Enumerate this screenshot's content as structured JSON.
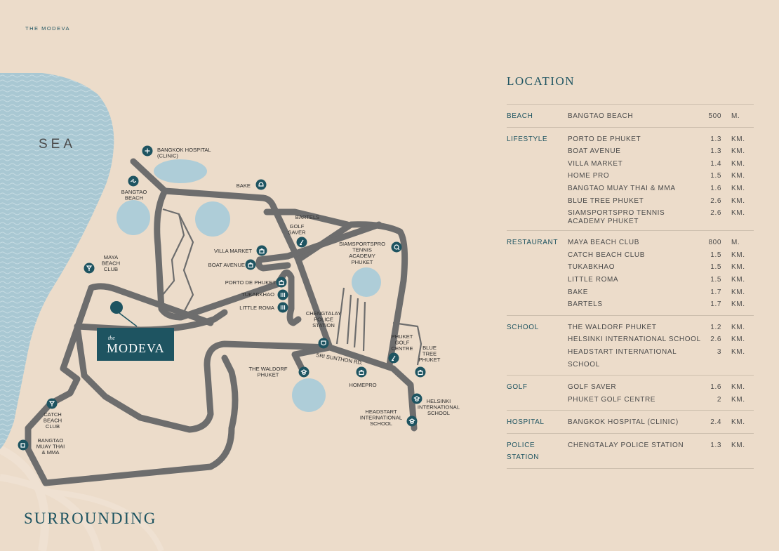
{
  "brand": "THE MODEVA",
  "map": {
    "sea": "SEA",
    "logo_script": "the",
    "logo_name": "MODEVA",
    "road_name": "SRI SUNTHON RD.",
    "places": [
      {
        "id": "bangkok-hospital",
        "lines": [
          "BANGKOK HOSPITAL",
          "(CLINIC)"
        ]
      },
      {
        "id": "bangtao-beach",
        "lines": [
          "BANGTAO",
          "BEACH"
        ]
      },
      {
        "id": "bake",
        "lines": [
          "BAKE"
        ]
      },
      {
        "id": "bartels",
        "lines": [
          "BARTELS"
        ]
      },
      {
        "id": "golf-saver",
        "lines": [
          "GOLF",
          "SAVER"
        ]
      },
      {
        "id": "siamsportspro",
        "lines": [
          "SIAMSPORTSPRO",
          "TENNIS",
          "ACADEMY",
          "PHUKET"
        ]
      },
      {
        "id": "maya-beach-club",
        "lines": [
          "MAYA",
          "BEACH",
          "CLUB"
        ]
      },
      {
        "id": "villa-market",
        "lines": [
          "VILLA MARKET"
        ]
      },
      {
        "id": "boat-avenue",
        "lines": [
          "BOAT AVENUE"
        ]
      },
      {
        "id": "porto-de-phuket",
        "lines": [
          "PORTO DE PHUKET"
        ]
      },
      {
        "id": "tukabkhao",
        "lines": [
          "TUKABKHAO"
        ]
      },
      {
        "id": "little-roma",
        "lines": [
          "LITTLE ROMA"
        ]
      },
      {
        "id": "chengtalay-police",
        "lines": [
          "CHENGTALAY",
          "POLICE",
          "STATION"
        ]
      },
      {
        "id": "phuket-golf-centre",
        "lines": [
          "PHUKET",
          "GOLF",
          "CENTRE"
        ]
      },
      {
        "id": "blue-tree",
        "lines": [
          "BLUE",
          "TREE",
          "PHUKET"
        ]
      },
      {
        "id": "waldorf",
        "lines": [
          "THE WALDORF",
          "PHUKET"
        ]
      },
      {
        "id": "homepro",
        "lines": [
          "HOMEPRO"
        ]
      },
      {
        "id": "helsinki",
        "lines": [
          "HELSINKI",
          "INTERNATIONAL",
          "SCHOOL"
        ]
      },
      {
        "id": "headstart",
        "lines": [
          "HEADSTART",
          "INTERNATIONAL",
          "SCHOOL"
        ]
      },
      {
        "id": "catch-beach-club",
        "lines": [
          "CATCH",
          "BEACH",
          "CLUB"
        ]
      },
      {
        "id": "bangtao-muay-thai",
        "lines": [
          "BANGTAO",
          "MUAY THAI",
          "& MMA"
        ]
      }
    ]
  },
  "surrounding_title": "SURROUNDING",
  "location": {
    "title": "LOCATION",
    "sections": [
      {
        "category": "BEACH",
        "items": [
          {
            "name": "BANGTAO BEACH",
            "distance": "500",
            "unit": "M."
          }
        ]
      },
      {
        "category": "LIFESTYLE",
        "items": [
          {
            "name": "PORTO DE PHUKET",
            "distance": "1.3",
            "unit": "KM."
          },
          {
            "name": "BOAT AVENUE",
            "distance": "1.3",
            "unit": "KM."
          },
          {
            "name": "VILLA MARKET",
            "distance": "1.4",
            "unit": "KM."
          },
          {
            "name": "HOME PRO",
            "distance": "1.5",
            "unit": "KM."
          },
          {
            "name": "BANGTAO MUAY THAI & MMA",
            "distance": "1.6",
            "unit": "KM."
          },
          {
            "name": "BLUE TREE  PHUKET",
            "distance": "2.6",
            "unit": "KM."
          },
          {
            "name": "SIAMSPORTSPRO TENNIS ACADEMY PHUKET",
            "name_lines": [
              "SIAMSPORTSPRO TENNIS",
              "ACADEMY PHUKET"
            ],
            "distance": "2.6",
            "unit": "KM."
          }
        ]
      },
      {
        "category": "RESTAURANT",
        "items": [
          {
            "name": "MAYA BEACH CLUB",
            "distance": "800",
            "unit": "M."
          },
          {
            "name": "CATCH BEACH CLUB",
            "distance": "1.5",
            "unit": "KM."
          },
          {
            "name": "TUKABKHAO",
            "distance": "1.5",
            "unit": "KM."
          },
          {
            "name": "LITTLE ROMA",
            "distance": "1.5",
            "unit": "KM."
          },
          {
            "name": "BAKE",
            "distance": "1.7",
            "unit": "KM."
          },
          {
            "name": "BARTELS",
            "distance": "1.7",
            "unit": "KM."
          }
        ]
      },
      {
        "category": "SCHOOL",
        "items": [
          {
            "name": "THE WALDORF PHUKET",
            "distance": "1.2",
            "unit": "KM."
          },
          {
            "name": "HELSINKI INTERNATIONAL SCHOOL",
            "distance": "2.6",
            "unit": "KM."
          },
          {
            "name": "HEADSTART INTERNATIONAL SCHOOL",
            "distance": "3",
            "unit": "KM."
          }
        ]
      },
      {
        "category": "GOLF",
        "items": [
          {
            "name": "GOLF SAVER",
            "distance": "1.6",
            "unit": "KM."
          },
          {
            "name": "PHUKET GOLF CENTRE",
            "distance": "2",
            "unit": "KM."
          }
        ]
      },
      {
        "category": "HOSPITAL",
        "items": [
          {
            "name": "BANGKOK HOSPITAL (CLINIC)",
            "distance": "2.4",
            "unit": "KM."
          }
        ]
      },
      {
        "category": "POLICE STATION",
        "items": [
          {
            "name": "CHENGTALAY POLICE STATION",
            "distance": "1.3",
            "unit": "KM."
          }
        ]
      }
    ]
  }
}
